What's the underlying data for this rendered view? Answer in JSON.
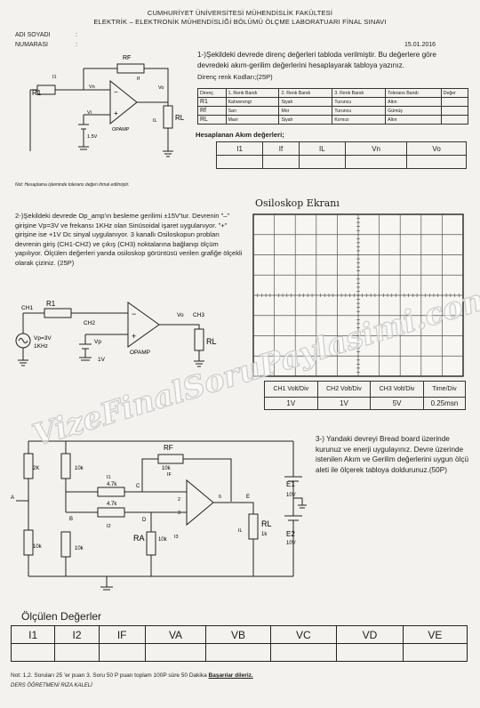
{
  "header": {
    "line1": "CUMHURİYET ÜNİVERSİTESİ MÜHENDİSLİK FAKÜLTESİ",
    "line2": "ELEKTRİK – ELEKTRONİK MÜHENDİSLİĞİ BÖLÜMÜ ÖLÇME LABORATUARI FİNAL SINAVI",
    "name_label": "ADI SOYADI",
    "number_label": "NUMARASI",
    "colon": ":",
    "date": "15.01.2016"
  },
  "q1": {
    "text": "1-)Şekildeki devrede direnç değerleri tabloda verilmiştir. Bu değerlere göre devredeki akım-gerilim değerlerini hesaplayarak tabloya yazınız.",
    "color_title": "Direnç renk Kodları;(25P)",
    "table_headers": [
      "Direnç",
      "1. Renk Bandı",
      "2. Renk Bandı",
      "3. Renk Bandı",
      "Tolerans Bandı",
      "Değer"
    ],
    "table_rows": [
      [
        "R1",
        "Kahverengi",
        "Siyah",
        "Turuncu",
        "Altın",
        ""
      ],
      [
        "Rf",
        "Sarı",
        "Mor",
        "Turuncu",
        "Gümüş",
        ""
      ],
      [
        "RL",
        "Mavi",
        "Siyah",
        "Kırmızı",
        "Altın",
        ""
      ]
    ],
    "calc_title": "Hesaplanan Akım değerleri;",
    "calc_headers": [
      "I1",
      "If",
      "IL",
      "Vn",
      "Vo"
    ],
    "note": "Not: Hesaplama işleminde tolerans değeri ihmal edilmiştir.",
    "circuit": {
      "rf": "RF",
      "if": "If",
      "i1": "I1",
      "r1": "R1",
      "vn": "Vn",
      "vo": "Vo",
      "vi": "Vi",
      "src": "1.5V",
      "opamp": "OPAMP",
      "il": "IL",
      "rl": "RL",
      "minus": "−",
      "plus": "+"
    }
  },
  "q2": {
    "text": "2-)Şekildeki devrede Op_amp'ın besleme gerilimi ±15V'tur. Devrenin \"–\" girişine Vp=3V ve frekansı 1KHz olan Sinüsoidal işaret uygulanıyor. \"+\" girişine ise +1V Dc sinyal uygulanıyor. 3 kanallı Osiloskopun probları devrenin giriş (CH1-CH2) ve çıkış (CH3) noktalarına bağlanıp ölçüm yapılıyor. Ölçülen değerleri yanda osiloskop görüntüsü verilen grafiğe ölçekli olarak çiziniz. (25P)",
    "osc_title": "Osiloskop Ekranı",
    "osc_headers": [
      "CH1 Volt/Div",
      "CH2 Volt/Div",
      "CH3 Volt/Div",
      "Time/Div"
    ],
    "osc_values": [
      "1V",
      "1V",
      "5V",
      "0.25msn"
    ],
    "circuit": {
      "ch1": "CH1",
      "r1": "R1",
      "ch2": "CH2",
      "vo": "Vo",
      "ch3": "CH3",
      "vp": "Vp=3V",
      "freq": "1KHz",
      "vpin": "Vp",
      "v1": "1V",
      "opamp": "OPAMP",
      "rl": "RL",
      "minus": "−",
      "plus": "+"
    }
  },
  "q3": {
    "text": "3-) Yandaki devreyi Bread board üzerinde kurunuz ve enerji uygulayınız. Devre üzerinde istenilen Akım ve Gerilim değerlerini uygun ölçü aleti ile ölçerek tabloya doldurunuz.(50P)",
    "circuit": {
      "r2k": "2K",
      "r10k_a": "10k",
      "r10k_b": "10k",
      "r10k_c": "10k",
      "rf": "RF",
      "rf_val": "10k",
      "if": "IF",
      "i1": "I1",
      "i2": "I2",
      "r47a": "4.7k",
      "r47b": "4.7k",
      "c": "C",
      "b": "B",
      "d": "D",
      "a": "A",
      "e": "E",
      "ra": "RA",
      "ra_val": "10k",
      "i3": "I3",
      "rl": "RL",
      "rl_val": "1k",
      "il": "IL",
      "e1": "E1",
      "e1v": "10V",
      "e2": "E2",
      "e2v": "10V",
      "p2": "2",
      "p3": "3",
      "p6": "6"
    },
    "measured_title": "Ölçülen Değerler",
    "measured_headers": [
      "I1",
      "I2",
      "IF",
      "VA",
      "VB",
      "VC",
      "VD",
      "VE"
    ]
  },
  "footer": {
    "note_prefix": "Not: 1,2. Soruları 25 'er puan 3. Soru 50 P puan toplam 100P süre 50 Dakika",
    "note_bold": "Başarılar dileriz.",
    "teacher": "DERS ÖĞRETMENİ RIZA KALELİ"
  },
  "watermark": "VizeFinalSoruPaylasimi.com"
}
